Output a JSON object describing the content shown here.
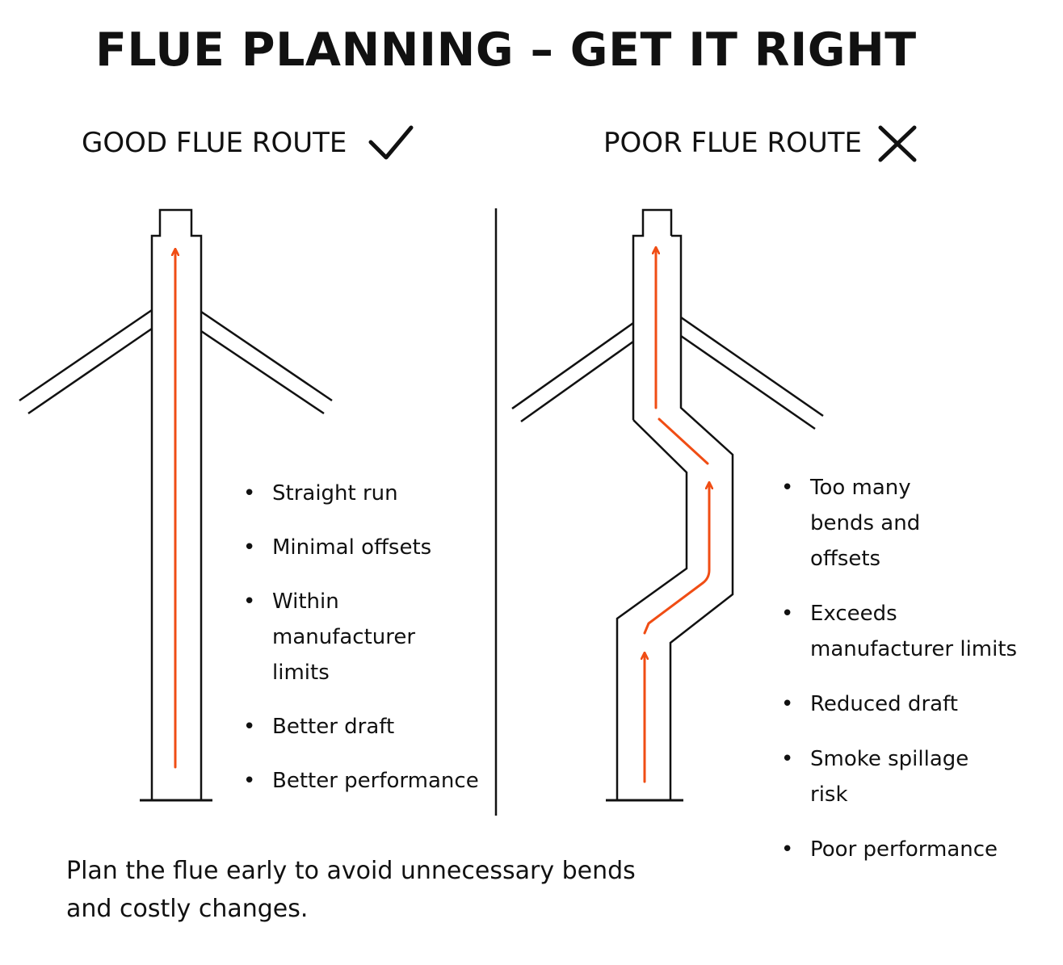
{
  "title": "FLUE PLANNING – GET IT RIGHT",
  "good": {
    "heading": "GOOD FLUE ROUTE",
    "icon": "check-icon",
    "bullets": [
      "Straight run",
      "Minimal offsets",
      "Within manufacturer limits",
      "Better draft",
      "Better performance"
    ]
  },
  "poor": {
    "heading": "POOR FLUE ROUTE",
    "icon": "cross-icon",
    "bullets": [
      "Too many bends and offsets",
      "Exceeds manufacturer limits",
      "Reduced draft",
      "Smoke spillage risk",
      "Poor performance"
    ]
  },
  "footnote": "Plan the flue early to avoid unnecessary bends and costly changes.",
  "colors": {
    "arrow": "#f04d14",
    "line": "#111111"
  }
}
